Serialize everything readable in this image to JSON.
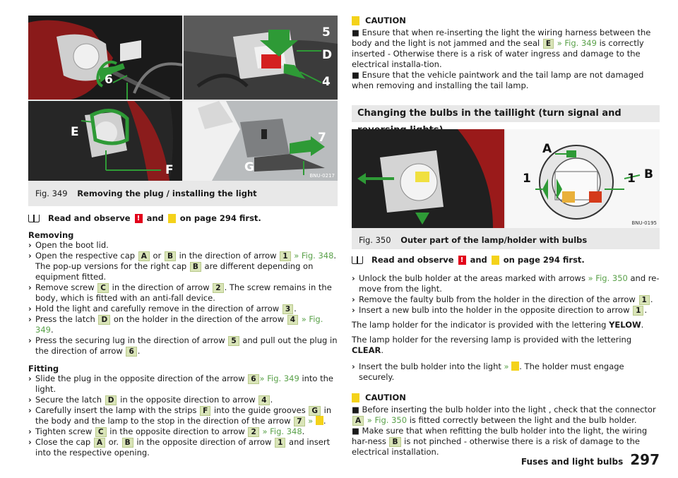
{
  "fig349": {
    "number": "Fig. 349",
    "title": "Removing the plug / installing the light",
    "code": "BNU-0217",
    "callouts": {
      "five": "5",
      "d": "D",
      "four": "4",
      "six": "6",
      "e": "E",
      "f": "F",
      "seven": "7",
      "g": "G"
    }
  },
  "read349": {
    "pre": "Read and observe",
    "and": "and",
    "post": "on page 294 first."
  },
  "removing": {
    "heading": "Removing",
    "steps": [
      {
        "t": "Open the boot lid."
      },
      {
        "a": "Open the respective cap",
        "k1": "A",
        "m": "or",
        "k2": "B",
        "b": "in the direction of arrow",
        "k3": "1",
        "ref": "» Fig. 348",
        "c": ". The pop-up versions for the right cap",
        "k4": "B",
        "d": "are different depending on equipment fitted."
      },
      {
        "a": "Remove screw",
        "k1": "C",
        "b": "in the direction of arrow",
        "k2": "2",
        "c": ". The screw remains in the body, which is fitted with an anti-fall device."
      },
      {
        "a": "Hold the light and carefully remove in the direction of arrow",
        "k1": "3",
        "c": "."
      },
      {
        "a": "Press the latch",
        "k1": "D",
        "b": "on the holder in the direction of the arrow",
        "k2": "4",
        "ref": "» Fig. 349",
        "c": "."
      },
      {
        "a": "Press the securing lug in the direction of arrow",
        "k1": "5",
        "b": "and pull out the plug in the direction of arrow",
        "k2": "6",
        "c": "."
      }
    ]
  },
  "fitting": {
    "heading": "Fitting",
    "steps": [
      {
        "a": "Slide the plug in the opposite direction of the arrow",
        "k1": "6",
        "ref": "» Fig. 349",
        "c": "into the light."
      },
      {
        "a": "Secure the latch",
        "k1": "D",
        "b": "in the opposite direction to arrow",
        "k2": "4",
        "c": "."
      },
      {
        "a": "Carefully insert the lamp with the strips",
        "k1": "F",
        "b": "into the guide grooves",
        "k2": "G",
        "c": "in the body and the lamp to the stop in the direction of the arrow",
        "k3": "7",
        "ref": "»",
        "d": "."
      },
      {
        "a": "Tighten screw",
        "k1": "C",
        "b": "in the opposite direction to arrow",
        "k2": "2",
        "ref": "» Fig. 348",
        "c": "."
      },
      {
        "a": "Close the cap",
        "k1": "A",
        "m": "or.",
        "k2": "B",
        "b": "in the opposite direction of arrow",
        "k3": "1",
        "c": "and insert into the respective opening."
      }
    ]
  },
  "caution1": {
    "title": "CAUTION",
    "b1a": "Ensure that when re-inserting the light the wiring harness between the body and the light is not jammed and the seal",
    "b1k": "E",
    "b1ref": "» Fig. 349",
    "b1b": "is correctly inserted - Otherwise there is a risk of water ingress and damage to the electrical installa-tion.",
    "b2": "Ensure that the vehicle paintwork and the tail lamp are not damaged when removing and installing the tail lamp."
  },
  "band": "Changing the bulbs in the taillight (turn signal and reversing lights)",
  "fig350": {
    "number": "Fig. 350",
    "title": "Outer part of the lamp/holder with bulbs",
    "code": "BNU-0195",
    "callouts": {
      "a": "A",
      "one_l": "1",
      "one_r": "1",
      "b": "B"
    }
  },
  "read350": {
    "pre": "Read and observe",
    "and": "and",
    "post": "on page 294 first."
  },
  "bulbs": {
    "s1a": "Unlock the bulb holder at the areas marked with arrows",
    "s1ref": "» Fig. 350",
    "s1b": "and re-move from the light.",
    "s2a": "Remove the faulty bulb from the holder in the direction of the arrow",
    "s2k": "1",
    "s2b": ".",
    "s3a": "Insert a new bulb into the holder in the opposite direction to arrow",
    "s3k": "1",
    "s3b": ".",
    "p1a": "The lamp holder for the indicator is provided with the lettering",
    "p1b": "YELOW",
    "p1c": ".",
    "p2a": "The lamp holder for the reversing lamp is provided with the lettering",
    "p2b": "CLEAR",
    "p2c": ".",
    "s4a": "Insert the bulb holder into the light",
    "s4ref": "»",
    "s4b": ". The holder must engage securely."
  },
  "caution2": {
    "title": "CAUTION",
    "b1a": "Before inserting the bulb holder into the light , check that the connector",
    "b1k": "A",
    "b1ref": "» Fig. 350",
    "b1b": "is fitted correctly between the light and the bulb holder.",
    "b2a": "Make sure that when refitting the bulb holder into the light, the wiring har-ness",
    "b2k": "B",
    "b2b": "is not pinched - otherwise there is a risk of damage to the electrical installation."
  },
  "footer": {
    "title": "Fuses and light bulbs",
    "page": "297"
  }
}
